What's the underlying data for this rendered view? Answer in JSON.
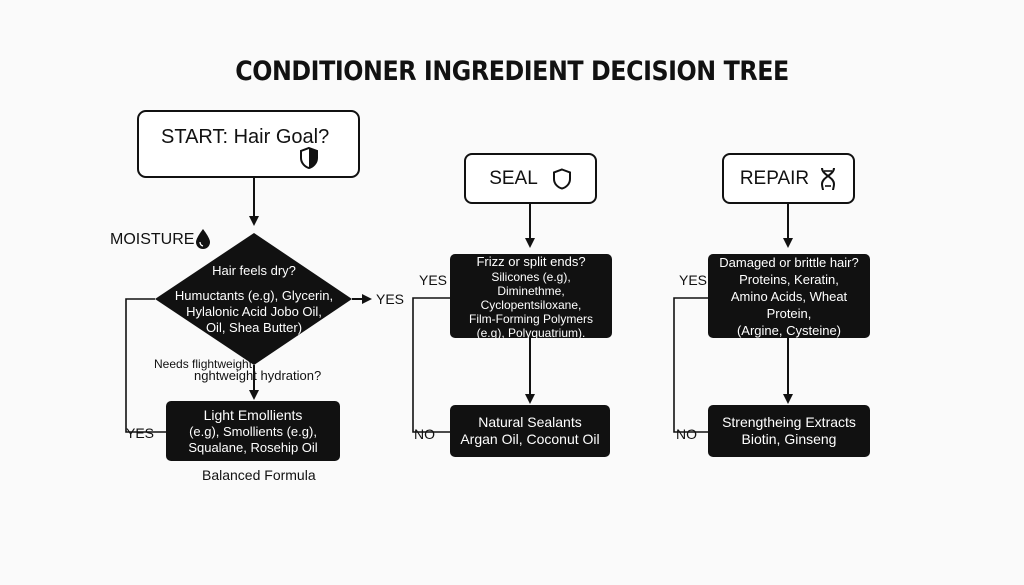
{
  "title": "CONDITIONER INGREDIENT DECISION TREE",
  "start": {
    "label": "START: Hair Goal?",
    "icon": "shield-half-icon"
  },
  "moisture": {
    "branch_label": "MOISTURE",
    "icon": "water-drop-icon",
    "question": "Hair feels dry?",
    "recommendation": [
      "Humuctants (e.g), Glycerin,",
      "Hylalonic Acid Jobo Oil,",
      "Oil, Shea Butter)"
    ],
    "yes_right": "YES",
    "followup_line1": "Needs flightweight",
    "followup_line2": "nghtweight hydration?",
    "yes_left": "YES",
    "result": [
      "Light Emollients",
      "(e.g), Smollients (e.g),",
      "Squalane, Rosehip Oil"
    ],
    "footer": "Balanced Formula"
  },
  "seal": {
    "label": "SEAL",
    "icon": "shield-icon",
    "question": [
      "Frizz or split ends?",
      "Silicones (e.g), Diminethme,",
      "Cyclopentsiloxane,",
      "Film-Forming Polymers",
      "(e.g), Polyquatrium)."
    ],
    "yes": "YES",
    "no": "NO",
    "result": [
      "Natural Sealants",
      "Argan Oil, Coconut Oil"
    ]
  },
  "repair": {
    "label": "REPAIR",
    "icon": "dna-icon",
    "question": [
      "Damaged or brittle hair?",
      "Proteins, Keratin,",
      "Amino Acids, Wheat Protein,",
      "(Argine, Cysteine)"
    ],
    "yes": "YES",
    "no": "NO",
    "result": [
      "Strengtheing Extracts",
      "Biotin, Ginseng"
    ]
  }
}
